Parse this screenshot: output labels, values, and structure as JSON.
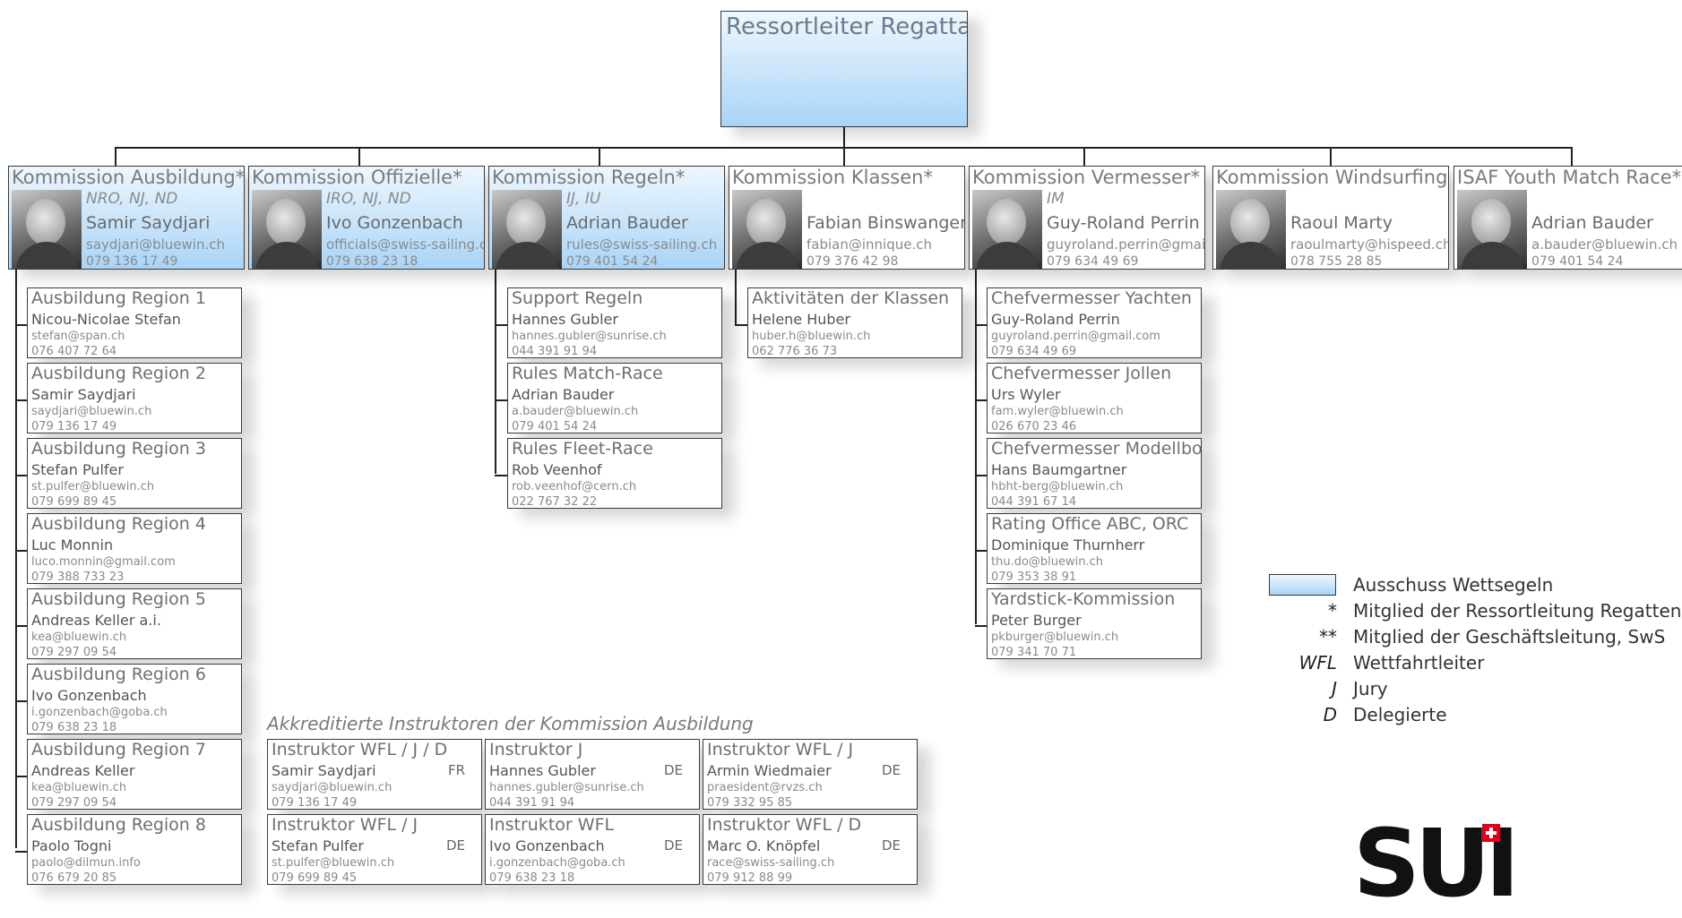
{
  "top": {
    "title": "Ressortleiter Regatta**"
  },
  "kommissionen": [
    {
      "title": "Kommission Ausbildung*",
      "roles": "NRO, NJ, ND",
      "name": "Samir Saydjari",
      "email": "saydjari@bluewin.ch",
      "phone": "079 136 17 49",
      "highlight": true
    },
    {
      "title": "Kommission Offizielle*",
      "roles": "IRO, NJ, ND",
      "name": "Ivo Gonzenbach",
      "email": "officials@swiss-sailing.ch",
      "phone": "079 638 23 18",
      "highlight": true
    },
    {
      "title": "Kommission Regeln*",
      "roles": "IJ, IU",
      "name": "Adrian Bauder",
      "email": "rules@swiss-sailing.ch",
      "phone": "079 401 54 24",
      "highlight": true
    },
    {
      "title": "Kommission Klassen*",
      "roles": "",
      "name": "Fabian Binswanger",
      "email": "fabian@innique.ch",
      "phone": "079 376 42 98",
      "highlight": false
    },
    {
      "title": "Kommission Vermesser*",
      "roles": "IM",
      "name": "Guy-Roland Perrin",
      "email": "guyroland.perrin@gmail.com",
      "phone": "079 634 49 69",
      "highlight": false
    },
    {
      "title": "Kommission Windsurfing*",
      "roles": "",
      "name": "Raoul Marty",
      "email": "raoulmarty@hispeed.ch",
      "phone": "078 755 28 85",
      "highlight": false
    },
    {
      "title": "ISAF Youth Match Race*",
      "roles": "",
      "name": "Adrian Bauder",
      "email": "a.bauder@bluewin.ch",
      "phone": "079 401 54 24",
      "highlight": false
    }
  ],
  "ausbildung": [
    {
      "title": "Ausbildung Region 1",
      "name": "Nicou-Nicolae Stefan",
      "email": "stefan@span.ch",
      "phone": "076 407 72 64"
    },
    {
      "title": "Ausbildung Region 2",
      "name": "Samir Saydjari",
      "email": "saydjari@bluewin.ch",
      "phone": "079 136 17 49"
    },
    {
      "title": "Ausbildung Region 3",
      "name": "Stefan Pulfer",
      "email": "st.pulfer@bluewin.ch",
      "phone": "079 699 89 45"
    },
    {
      "title": "Ausbildung Region 4",
      "name": "Luc Monnin",
      "email": "luco.monnin@gmail.com",
      "phone": "079 388 733 23"
    },
    {
      "title": "Ausbildung Region 5",
      "name": "Andreas Keller a.i.",
      "email": "kea@bluewin.ch",
      "phone": "079 297 09 54"
    },
    {
      "title": "Ausbildung Region 6",
      "name": "Ivo Gonzenbach",
      "email": "i.gonzenbach@goba.ch",
      "phone": "079 638 23 18"
    },
    {
      "title": "Ausbildung Region 7",
      "name": "Andreas Keller",
      "email": "kea@bluewin.ch",
      "phone": "079 297 09 54"
    },
    {
      "title": "Ausbildung Region 8",
      "name": "Paolo Togni",
      "email": "paolo@dilmun.info",
      "phone": "076 679 20 85"
    }
  ],
  "regeln": [
    {
      "title": "Support Regeln",
      "name": "Hannes Gubler",
      "email": "hannes.gubler@sunrise.ch",
      "phone": "044 391 91 94"
    },
    {
      "title": "Rules Match-Race",
      "name": "Adrian Bauder",
      "email": "a.bauder@bluewin.ch",
      "phone": "079 401 54 24"
    },
    {
      "title": "Rules Fleet-Race",
      "name": "Rob Veenhof",
      "email": "rob.veenhof@cern.ch",
      "phone": "022 767 32 22"
    }
  ],
  "klassen": [
    {
      "title": "Aktivitäten der Klassen",
      "name": "Helene Huber",
      "email": "huber.h@bluewin.ch",
      "phone": "062 776 36 73"
    }
  ],
  "vermesser": [
    {
      "title": "Chefvermesser Yachten",
      "name": "Guy-Roland Perrin",
      "email": "guyroland.perrin@gmail.com",
      "phone": "079 634 49 69"
    },
    {
      "title": "Chefvermesser Jollen",
      "name": "Urs Wyler",
      "email": "fam.wyler@bluewin.ch",
      "phone": "026 670 23 46"
    },
    {
      "title": "Chefvermesser Modellboote",
      "name": "Hans Baumgartner",
      "email": "hbht-berg@bluewin.ch",
      "phone": "044 391 67 14"
    },
    {
      "title": "Rating Office ABC, ORC",
      "name": "Dominique Thurnherr",
      "email": "thu.do@bluewin.ch",
      "phone": "079 353 38 91"
    },
    {
      "title": "Yardstick-Kommission",
      "name": "Peter Burger",
      "email": "pkburger@bluewin.ch",
      "phone": "079 341 70 71"
    }
  ],
  "akkreditierte": {
    "title": "Akkreditierte Instruktoren der Kommission Ausbildung",
    "items": [
      {
        "title": "Instruktor WFL / J / D",
        "name": "Samir Saydjari",
        "lang": "FR",
        "email": "saydjari@bluewin.ch",
        "phone": "079 136 17 49"
      },
      {
        "title": "Instruktor J",
        "name": "Hannes Gubler",
        "lang": "DE",
        "email": "hannes.gubler@sunrise.ch",
        "phone": "044 391 91 94"
      },
      {
        "title": "Instruktor WFL / J",
        "name": "Armin Wiedmaier",
        "lang": "DE",
        "email": "praesident@rvzs.ch",
        "phone": "079 332 95 85"
      },
      {
        "title": "Instruktor WFL / J",
        "name": "Stefan Pulfer",
        "lang": "DE",
        "email": "st.pulfer@bluewin.ch",
        "phone": "079 699 89 45"
      },
      {
        "title": "Instruktor WFL",
        "name": "Ivo Gonzenbach",
        "lang": "DE",
        "email": "i.gonzenbach@goba.ch",
        "phone": "079 638 23 18"
      },
      {
        "title": "Instruktor WFL / D",
        "name": "Marc O. Knöpfel",
        "lang": "DE",
        "email": "race@swiss-sailing.ch",
        "phone": "079 912 88 99"
      }
    ]
  },
  "legend": {
    "swatch_label": "Ausschuss Wettsegeln",
    "items": [
      {
        "symbol": "*",
        "label": "Mitglied der Ressortleitung Regatten"
      },
      {
        "symbol": "**",
        "label": "Mitglied der Geschäftsleitung, SwS"
      },
      {
        "symbol": "WFL",
        "label": "Wettfahrtleiter"
      },
      {
        "symbol": "J",
        "label": "Jury"
      },
      {
        "symbol": "D",
        "label": "Delegierte"
      }
    ]
  },
  "logo": {
    "text": "SUI"
  },
  "colors": {
    "highlight_top": "#eef7fe",
    "highlight_bottom": "#a9d4f7",
    "line": "#222222"
  }
}
